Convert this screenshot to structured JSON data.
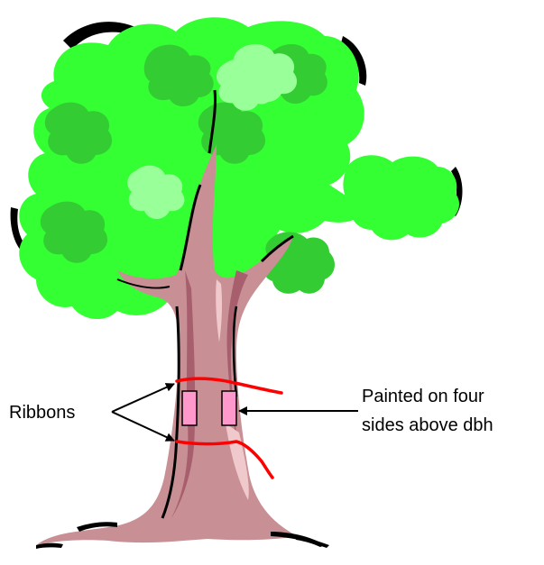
{
  "labels": {
    "ribbons": "Ribbons",
    "paint_line1": "Painted on four",
    "paint_line2": "sides above dbh"
  },
  "colors": {
    "leaf_bright": "#33ff33",
    "leaf_mid": "#33cc33",
    "leaf_light": "#99ff99",
    "outline": "#000000",
    "trunk": "#c88f94",
    "trunk_shadow": "#a85f6d",
    "trunk_highlight": "#f0c9cc",
    "ribbon": "#ff0000",
    "paint_mark": "#ff99cc",
    "ground_outline": "#000000"
  }
}
